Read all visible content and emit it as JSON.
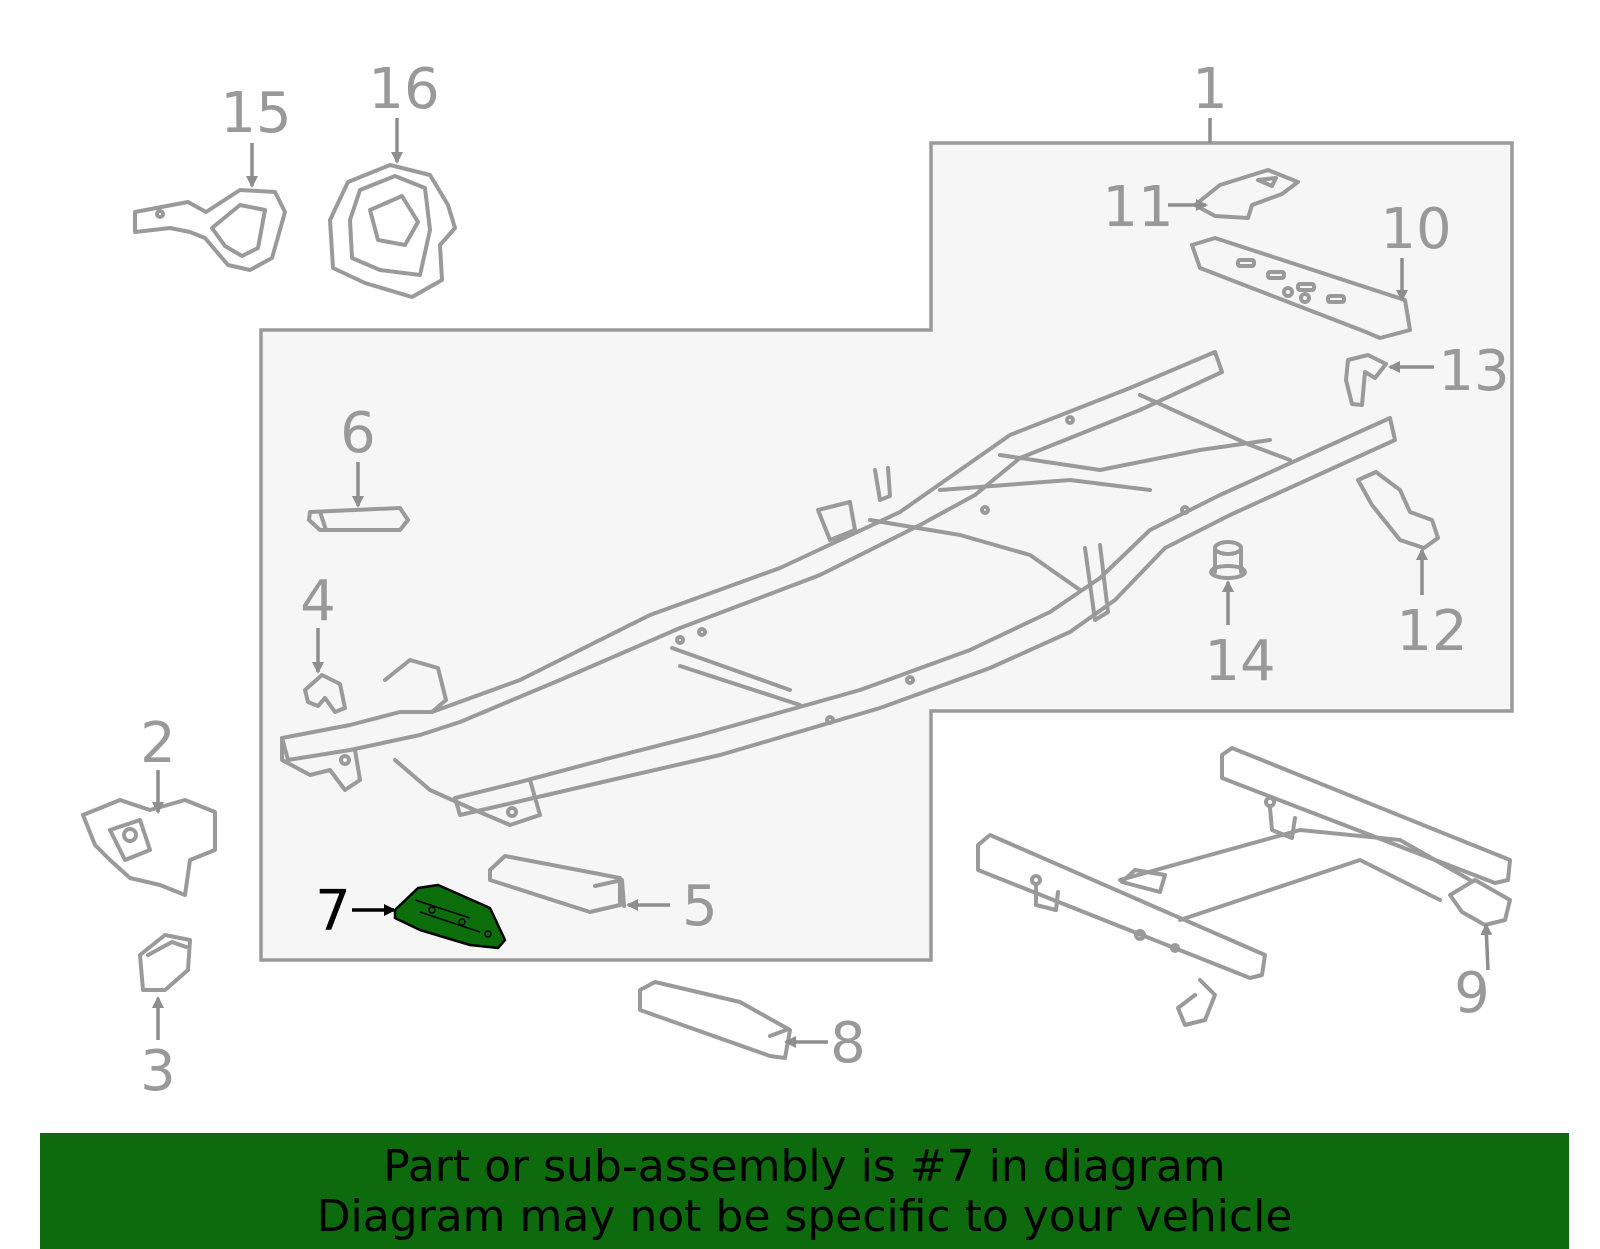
{
  "diagram": {
    "callouts": [
      "1",
      "2",
      "3",
      "4",
      "5",
      "6",
      "7",
      "8",
      "9",
      "10",
      "11",
      "12",
      "13",
      "14",
      "15",
      "16"
    ],
    "selected_part": "7",
    "colors": {
      "outline": "#999999",
      "highlight_fill": "#0b6e0b",
      "banner": "#0d6a0d",
      "box_fill": "#f6f6f6"
    }
  },
  "banner": {
    "line1": "Part or sub-assembly is #7 in diagram",
    "line2": "Diagram may not be specific to your vehicle"
  }
}
